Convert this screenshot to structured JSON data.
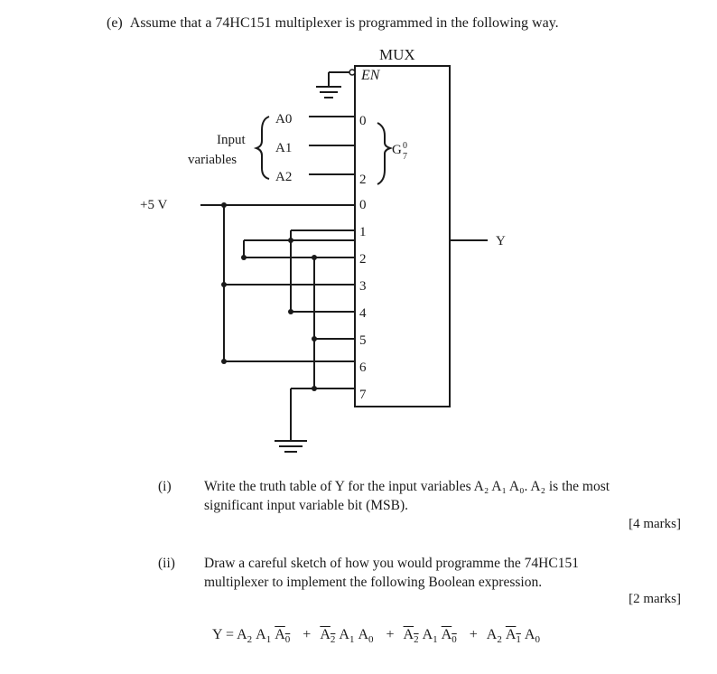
{
  "question": {
    "label": "(e)",
    "text": "Assume that a 74HC151 multiplexer is programmed in the following way."
  },
  "diagram": {
    "mux_title": "MUX",
    "enable_label": "EN",
    "input_group_label_line1": "Input",
    "input_group_label_line2": "variables",
    "select_pins": [
      {
        "label": "A0",
        "pin": "0"
      },
      {
        "label": "A1",
        "pin": ""
      },
      {
        "label": "A2",
        "pin": "2"
      }
    ],
    "g_label": "G",
    "g_sup": "0",
    "g_sub": "7",
    "supply_label": "+5 V",
    "output_label": "Y",
    "data_pins": [
      "0",
      "1",
      "2",
      "3",
      "4",
      "5",
      "6",
      "7"
    ]
  },
  "part_i": {
    "label": "(i)",
    "line1": "Write the truth table of Y for the input variables A₂ A₁ A₀.  A₂ is the most",
    "line2": "significant input variable bit (MSB).",
    "marks": "[4 marks]"
  },
  "part_ii": {
    "label": "(ii)",
    "line1": "Draw a careful sketch of how you would programme the 74HC151",
    "line2": "multiplexer to implement the following Boolean expression.",
    "marks": "[2 marks]"
  },
  "expression": {
    "lhs": "Y =",
    "terms": [
      [
        {
          "v": "A",
          "s": "2",
          "bar": false
        },
        {
          "v": "A",
          "s": "1",
          "bar": false
        },
        {
          "v": "A",
          "s": "0",
          "bar": true
        }
      ],
      [
        {
          "v": "A",
          "s": "2",
          "bar": true
        },
        {
          "v": "A",
          "s": "1",
          "bar": false
        },
        {
          "v": "A",
          "s": "0",
          "bar": false
        }
      ],
      [
        {
          "v": "A",
          "s": "2",
          "bar": true
        },
        {
          "v": "A",
          "s": "1",
          "bar": false
        },
        {
          "v": "A",
          "s": "0",
          "bar": true
        }
      ],
      [
        {
          "v": "A",
          "s": "2",
          "bar": false
        },
        {
          "v": "A",
          "s": "1",
          "bar": true
        },
        {
          "v": "A",
          "s": "0",
          "bar": false
        }
      ]
    ],
    "op": "+"
  }
}
